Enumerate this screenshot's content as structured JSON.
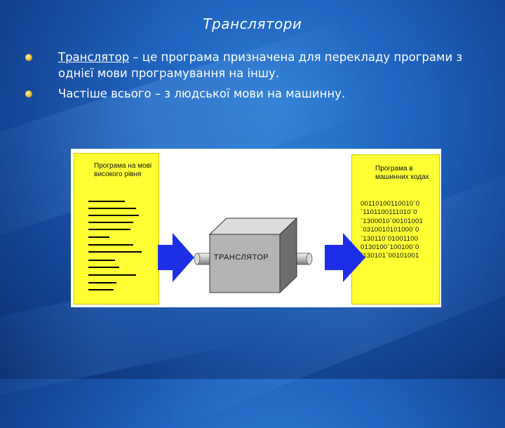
{
  "slide": {
    "title": "Транслятори",
    "bullets": [
      {
        "term": "Транслятор",
        "text": " – це програма призначена для перекладу програми з однієї мови програмування на іншу."
      },
      {
        "term": "",
        "text": "Частіше всього – з людської мови на машинну."
      }
    ]
  },
  "diagram": {
    "source_panel_title": "Програма на мові високого рівня",
    "translator_label": "ТРАНСЛЯТОР",
    "target_panel_title": "Програма в машинних кодах",
    "binary_lines": [
      "00110100110010`0",
      "`1101100111010`0",
      "`1300010`00101001",
      "`0310010101000`0",
      "`130110`01001100",
      "0130100`100100`0",
      "`130101`00101001"
    ]
  },
  "colors": {
    "background": "#1f63bf",
    "panel": "#ffff33",
    "arrow": "#1c2fe6",
    "bullet": "#e8c440"
  }
}
